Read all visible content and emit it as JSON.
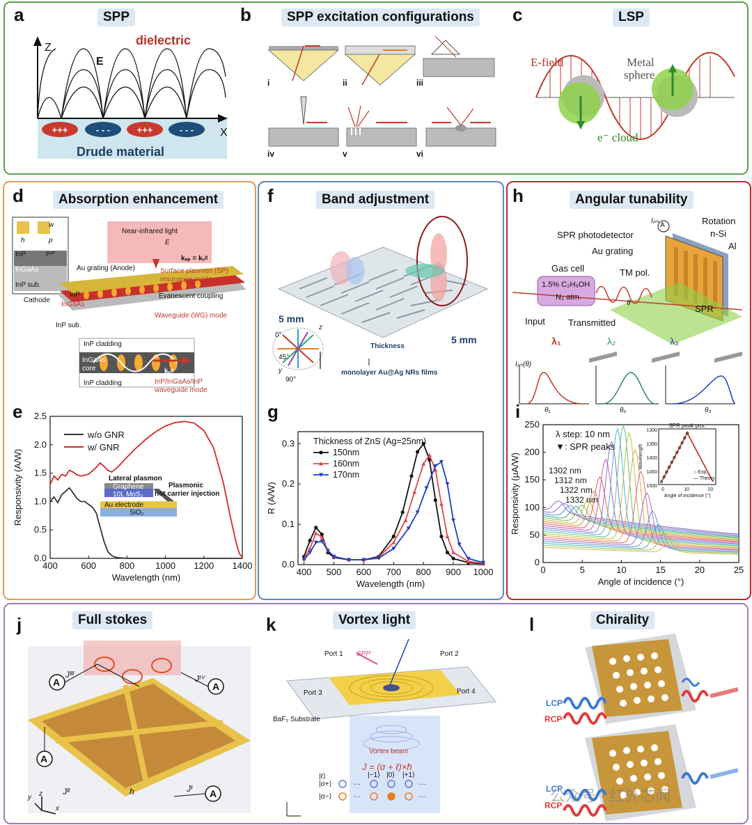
{
  "panels": {
    "a": {
      "letter": "a",
      "title": "SPP",
      "labels": {
        "z": "Z",
        "x": "X",
        "e": "E",
        "dielectric": "dielectric",
        "drude": "Drude material",
        "plus": "+++",
        "minus": "- - -"
      }
    },
    "b": {
      "letter": "b",
      "title": "SPP excitation configurations",
      "sub": [
        "i",
        "ii",
        "iii",
        "iv",
        "v",
        "vi"
      ]
    },
    "c": {
      "letter": "c",
      "title": "LSP",
      "labels": {
        "efield": "E-field",
        "metal": "Metal",
        "sphere": "sphere",
        "cloud": "e⁻ cloud"
      }
    },
    "d": {
      "letter": "d",
      "title": "Absorption enhancement",
      "labels": {
        "nir": "Near-infrared light",
        "e": "E",
        "grating": "Au grating (Anode)",
        "sp": "Surface plasmon (SP)",
        "sp2": "resonance mode",
        "ksp": "kₛₚ = kᵥᵍ",
        "evan": "Evanescent coupling",
        "wg": "Waveguide (WG) mode",
        "cathode": "Cathode",
        "inp": "InP",
        "ingaas": "InGaAs",
        "inpsub": "InP sub.",
        "h": "h",
        "w": "w",
        "p": "p",
        "tinp": "tᴵⁿᴾ",
        "cladding": "InP cladding",
        "core1": "InGaAs",
        "core2": "core",
        "kwg": "kᵥᵍ",
        "wgmode1": "InP/InGaAs/InP",
        "wgmode2": "waveguide mode"
      }
    },
    "e": {
      "letter": "e",
      "labels": {
        "lateral": "Lateral plasmon",
        "graphene": "Graphene",
        "mos2": "10L MoS₂",
        "au": "Au electrode",
        "sio2": "SiO₂",
        "hot1": "Plasmonic",
        "hot2": "hot carrier injection"
      }
    },
    "f": {
      "letter": "f",
      "title": "Band adjustment",
      "labels": {
        "mm1": "5 mm",
        "mm2": "5 mm",
        "thick": "Thickness",
        "film": "monolayer Au@Ag NRs films",
        "a0": "0°",
        "a45": "45°",
        "a90": "90°",
        "z": "z",
        "y": "y"
      }
    },
    "g": {
      "letter": "g"
    },
    "h": {
      "letter": "h",
      "title": "Angular tunability",
      "labels": {
        "iph": "Iₚₕ",
        "rot": "Rotation",
        "spr": "SPR photodetector",
        "nsi": "n-Si",
        "al": "Al",
        "grating": "Au grating",
        "gas": "Gas cell",
        "conc": "1.5% C₂H₅OH",
        "n2": "N₂ atm.",
        "tm": "TM pol.",
        "input": "Input",
        "trans": "Transmitted",
        "sprl": "SPR",
        "theta": "θ",
        "l1": "λ₁",
        "l2": "λ₂",
        "l3": "λ₃",
        "t1": "θ₁",
        "t2": "θ₂",
        "t3": "θ₃",
        "ipht": "Iₚₕ(θ)"
      }
    },
    "i": {
      "letter": "i"
    },
    "j": {
      "letter": "j",
      "title": "Full stokes",
      "labels": {
        "a": "A",
        "j1": "Jᴵ",
        "j2": "Jᴵᴵ",
        "j3": "Jᴵᴵᴵ",
        "j4": "Jᴵⱽ",
        "h": "h",
        "x": "x",
        "y": "y",
        "z": "z"
      }
    },
    "k": {
      "letter": "k",
      "title": "Vortex light",
      "labels": {
        "p1": "Port 1",
        "p2": "Port 2",
        "p3": "Port 3",
        "p4": "Port 4",
        "spp": "SPP",
        "sub": "BaF₂ Substrate",
        "vortex": "Vortex beam",
        "eq": "J = (σ + ℓ)×ħ",
        "l": "|ℓ⟩",
        "sp": "|σ+⟩",
        "sm": "|σ−⟩",
        "m1": "|−1⟩",
        "z0": "|0⟩",
        "p1k": "|+1⟩",
        "dots": "···"
      }
    },
    "l": {
      "letter": "l",
      "title": "Chirality",
      "labels": {
        "lcp": "LCP",
        "rcp": "RCP"
      }
    }
  },
  "watermark": "公众号 · 红外芯闻",
  "chart_data": [
    {
      "id": "e",
      "type": "line",
      "xlabel": "Wavelength (nm)",
      "ylabel": "Responsivity (A/W)",
      "xlim": [
        400,
        1400
      ],
      "ylim": [
        0,
        2.5
      ],
      "xticks": [
        400,
        600,
        800,
        1000,
        1200,
        1400
      ],
      "yticks": [
        0.0,
        0.5,
        1.0,
        1.5,
        2.0,
        2.5
      ],
      "legend": "top-left",
      "series": [
        {
          "name": "w/o GNR",
          "color": "#333333",
          "x": [
            400,
            420,
            440,
            460,
            480,
            500,
            520,
            540,
            560,
            580,
            600,
            620,
            640,
            660,
            680,
            700,
            720,
            740,
            760,
            800,
            900,
            1000,
            1200,
            1400
          ],
          "y": [
            1.0,
            1.08,
            0.98,
            1.12,
            1.18,
            1.24,
            1.15,
            1.05,
            1.0,
            1.0,
            0.95,
            0.9,
            0.8,
            0.55,
            0.3,
            0.12,
            0.05,
            0.02,
            0.01,
            0.0,
            0.0,
            0.0,
            0.0,
            0.0
          ]
        },
        {
          "name": "w/ GNR",
          "color": "#d62728",
          "x": [
            400,
            420,
            440,
            460,
            480,
            500,
            520,
            540,
            560,
            600,
            640,
            660,
            680,
            700,
            720,
            750,
            800,
            850,
            900,
            950,
            1000,
            1050,
            1100,
            1150,
            1200,
            1250,
            1300,
            1340,
            1370,
            1385,
            1400
          ],
          "y": [
            1.3,
            1.45,
            1.38,
            1.48,
            1.45,
            1.55,
            1.52,
            1.47,
            1.45,
            1.48,
            1.6,
            1.68,
            1.62,
            1.55,
            1.52,
            1.6,
            1.78,
            1.95,
            2.1,
            2.23,
            2.33,
            2.39,
            2.41,
            2.38,
            2.25,
            1.95,
            1.35,
            0.7,
            0.25,
            0.08,
            0.02
          ]
        }
      ]
    },
    {
      "id": "g",
      "type": "line",
      "title": "Thickness of ZnS (Ag=25nm)",
      "xlabel": "Wavelength (nm)",
      "ylabel": "R (A/W)",
      "xlim": [
        380,
        1000
      ],
      "ylim": [
        0,
        0.33
      ],
      "xticks": [
        400,
        500,
        600,
        700,
        800,
        900,
        1000
      ],
      "yticks": [
        0.0,
        0.1,
        0.2,
        0.3
      ],
      "legend": "top-left",
      "series": [
        {
          "name": "150nm",
          "color": "#111111",
          "marker": "circle",
          "x": [
            400,
            420,
            440,
            460,
            480,
            500,
            550,
            600,
            650,
            700,
            730,
            760,
            780,
            800,
            820,
            840,
            860,
            880,
            900,
            950,
            1000
          ],
          "y": [
            0.02,
            0.06,
            0.092,
            0.075,
            0.03,
            0.018,
            0.012,
            0.012,
            0.02,
            0.07,
            0.13,
            0.22,
            0.28,
            0.3,
            0.26,
            0.16,
            0.07,
            0.03,
            0.015,
            0.005,
            0.002
          ]
        },
        {
          "name": "160nm",
          "color": "#e0474c",
          "marker": "triangle-up",
          "x": [
            400,
            420,
            440,
            460,
            480,
            500,
            550,
            600,
            650,
            700,
            740,
            770,
            800,
            820,
            840,
            860,
            880,
            900,
            950,
            1000
          ],
          "y": [
            0.015,
            0.04,
            0.078,
            0.068,
            0.035,
            0.02,
            0.012,
            0.012,
            0.018,
            0.055,
            0.11,
            0.18,
            0.25,
            0.272,
            0.235,
            0.15,
            0.07,
            0.03,
            0.008,
            0.003
          ]
        },
        {
          "name": "170nm",
          "color": "#1f3fbf",
          "marker": "triangle-down",
          "x": [
            400,
            420,
            440,
            460,
            480,
            500,
            550,
            600,
            650,
            700,
            750,
            780,
            810,
            840,
            860,
            880,
            900,
            920,
            950,
            1000
          ],
          "y": [
            0.012,
            0.03,
            0.055,
            0.058,
            0.035,
            0.02,
            0.012,
            0.012,
            0.016,
            0.04,
            0.09,
            0.13,
            0.19,
            0.245,
            0.255,
            0.2,
            0.11,
            0.05,
            0.015,
            0.005
          ]
        }
      ]
    },
    {
      "id": "i",
      "type": "line",
      "xlabel": "Angle of incidence (°)",
      "ylabel": "Responsivity (μA/W)",
      "xlim": [
        0,
        25
      ],
      "ylim": [
        0,
        250
      ],
      "xticks": [
        0,
        5,
        10,
        15,
        20,
        25
      ],
      "yticks": [
        0,
        50,
        100,
        150,
        200,
        250
      ],
      "annotations": [
        "λ step: 10 nm",
        "▼: SPR peaks",
        "1302 nm",
        "1312 nm",
        "1322 nm",
        "1332 nm"
      ],
      "inset": {
        "title": "SPR peak pos.",
        "xlabel": "Angle of incidence (°)",
        "ylabel": "Wavelength",
        "xticks": [
          0,
          10,
          20
        ],
        "yticks": [
          1300,
          1350,
          1400,
          1450,
          1500
        ],
        "legend": [
          "Exp.",
          "Theory"
        ]
      }
    }
  ]
}
